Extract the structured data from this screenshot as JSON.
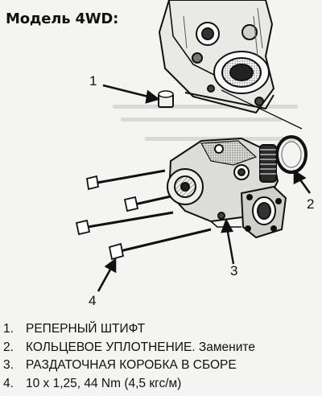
{
  "title": "Модель 4WD:",
  "callouts": [
    "1",
    "2",
    "3",
    "4"
  ],
  "legend": [
    {
      "num": "1.",
      "text": "РЕПЕРНЫЙ ШТИФТ"
    },
    {
      "num": "2.",
      "text": "КОЛЬЦЕВОЕ УПЛОТНЕНИЕ. Замените"
    },
    {
      "num": "3.",
      "text": "РАЗДАТОЧНАЯ КОРОБКА В СБОРЕ"
    },
    {
      "num": "4.",
      "text": "10 x 1,25, 44 Nm (4,5 кгс/м)"
    }
  ],
  "colors": {
    "ink": "#111111",
    "paper": "#f4f4f2",
    "shade": "#8a8a8a"
  },
  "icons": [
    "transmission-case-illustration",
    "transfer-case-illustration",
    "o-ring-illustration",
    "dowel-pin-illustration",
    "bolt-illustration"
  ]
}
